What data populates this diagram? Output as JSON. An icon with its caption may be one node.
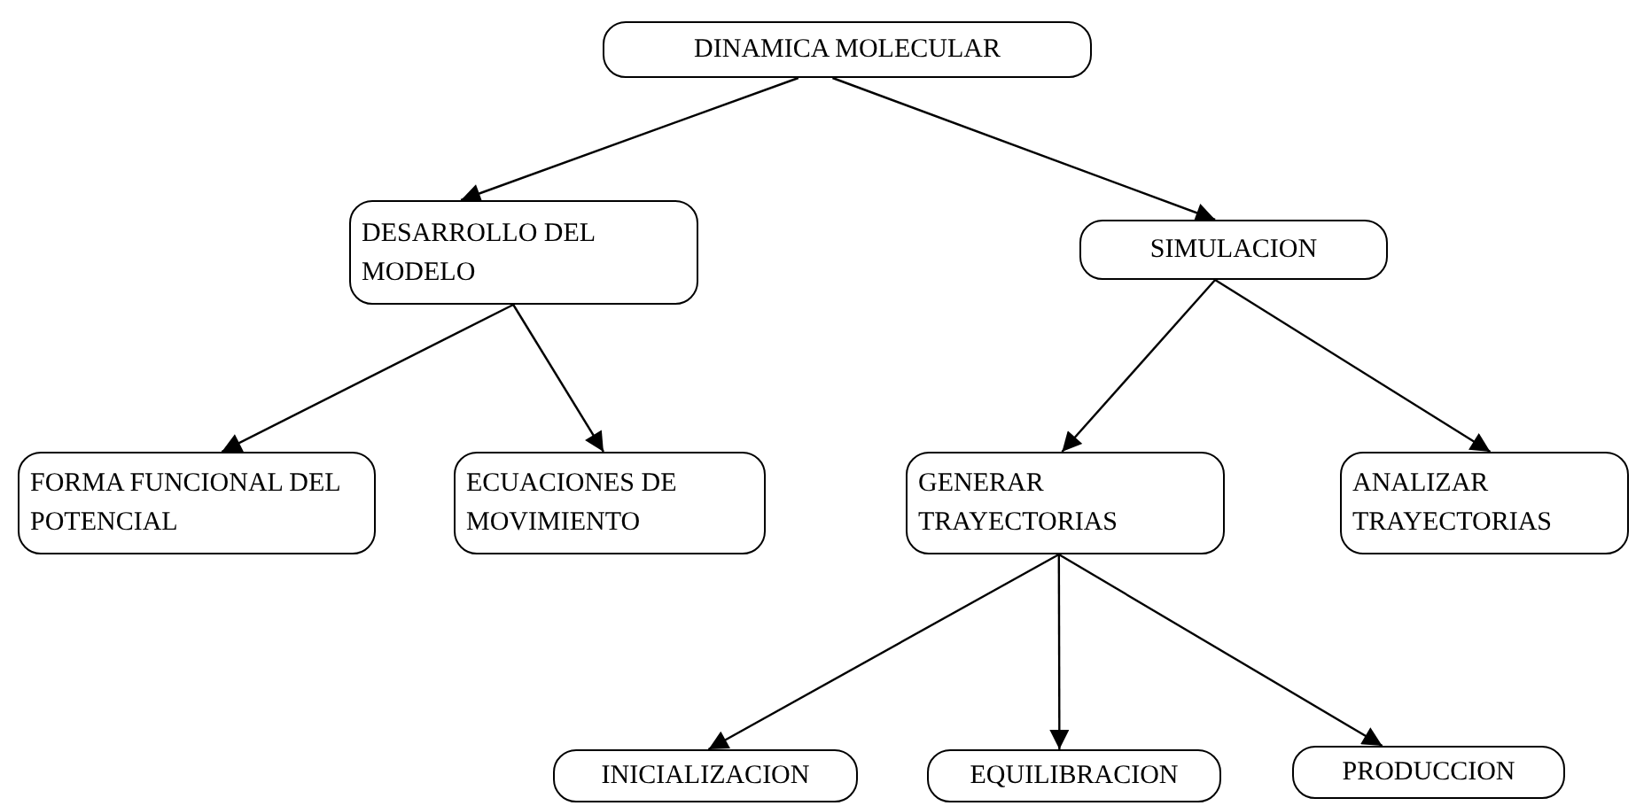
{
  "diagram": {
    "nodes": [
      {
        "text": [
          "DINAMICA MOLECULAR"
        ]
      },
      {
        "text": [
          "DESARROLLO DEL MODELO"
        ]
      },
      {
        "text": [
          "SIMULACION"
        ]
      },
      {
        "text": [
          "FORMA FUNCIONAL DEL POTENCIAL"
        ]
      },
      {
        "text": [
          "ECUACIONES DE MOVIMIENTO"
        ]
      },
      {
        "text": [
          "GENERAR TRAYECTORIAS"
        ]
      },
      {
        "text": [
          "ANALIZAR TRAYECTORIAS"
        ]
      },
      {
        "text": [
          "INICIALIZACION"
        ]
      },
      {
        "text": [
          "EQUILIBRACION"
        ]
      },
      {
        "text": [
          "PRODUCCION"
        ]
      }
    ],
    "edges": [
      {
        "from": 0,
        "to": 1,
        "arrow": "to"
      },
      {
        "from": 0,
        "to": 2,
        "arrow": "to"
      },
      {
        "from": 1,
        "to": 3,
        "arrow": "to"
      },
      {
        "from": 1,
        "to": 4,
        "arrow": "to"
      },
      {
        "from": 2,
        "to": 5,
        "arrow": "to"
      },
      {
        "from": 2,
        "to": 6,
        "arrow": "to"
      },
      {
        "from": 5,
        "to": 7,
        "arrow": "to"
      },
      {
        "from": 5,
        "to": 8,
        "arrow": "to"
      },
      {
        "from": 5,
        "to": 9,
        "arrow": "to"
      }
    ]
  }
}
